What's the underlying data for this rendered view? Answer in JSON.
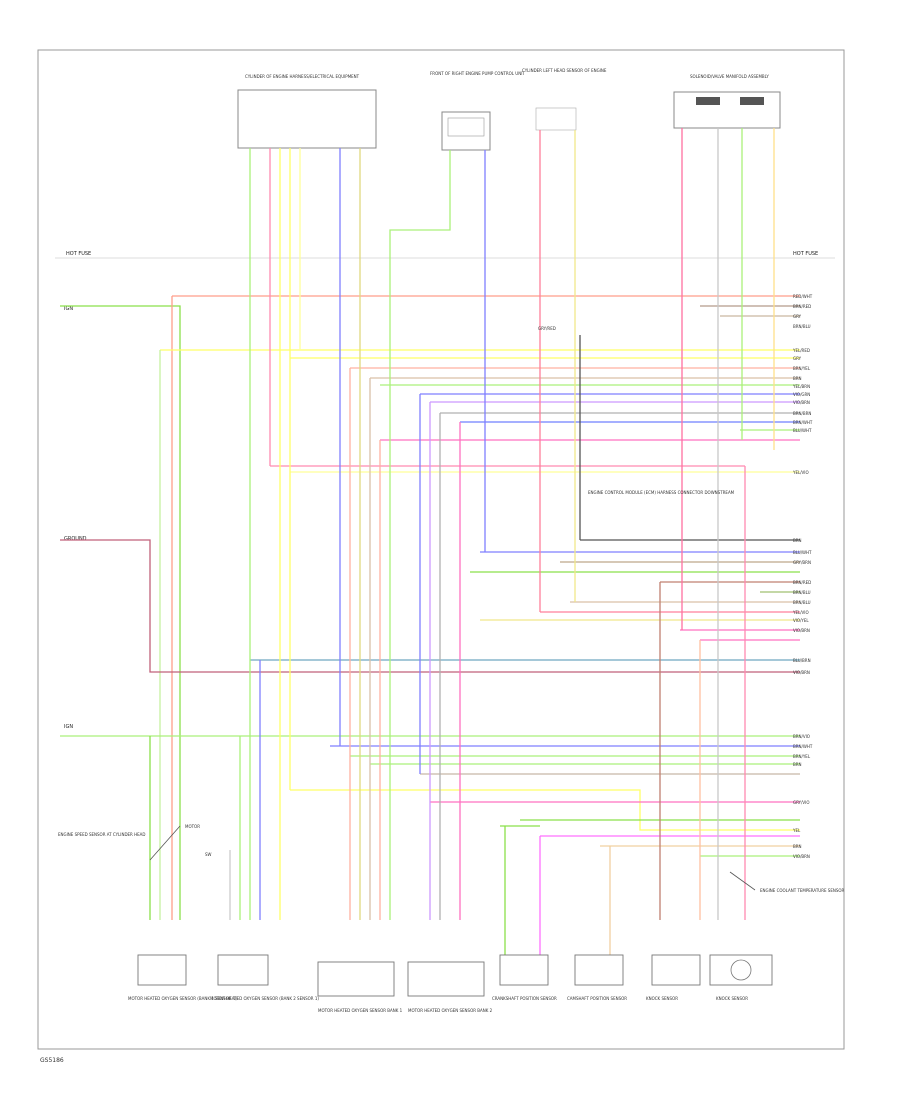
{
  "diagram": {
    "figure_id": "GS5186",
    "bus_labels": {
      "hot_top_left": "HOT FUSE",
      "hot_top_right": "HOT FUSE",
      "ign_a": "IGN",
      "ign_b": "IGN",
      "ground_c": "GROUND"
    },
    "top_components": [
      {
        "id": "c1",
        "label": "CYLINDER OF ENGINE HARNESS/ELECTRICAL EQUIPMENT"
      },
      {
        "id": "c2",
        "label": "FRONT OF RIGHT ENGINE PUMP CONTROL UNIT"
      },
      {
        "id": "c3",
        "label": "CYLINDER LEFT HEAD SENSOR OF ENGINE"
      },
      {
        "id": "c4",
        "label": "SOLENOID/VALVE MANIFOLD ASSEMBLY"
      }
    ],
    "right_wire_labels": [
      "RED/WHT",
      "BRN/RED",
      "GRY",
      "BRN/BLU",
      "YEL/RED",
      "GRY",
      "BRN/YEL",
      "BRN",
      "YEL/BRN",
      "VIO/GRN",
      "VIO/BRN",
      "BRN/BRN",
      "BRN/WHT",
      "BLU/WHT",
      "YEL/VIO",
      "BRN",
      "BLU/WHT",
      "GRY/BRN",
      "BRN/RED",
      "BRN/BLU",
      "BRN/BLU",
      "YEL/VIO",
      "VIO/YEL",
      "VIO/BRN",
      "BLU/BRN",
      "VIO/BRN",
      "BRN/VIO",
      "BRN/WHT",
      "BRN/YEL",
      "BRN",
      "GRY/VIO",
      "YEL",
      "BRN",
      "VIO/BRN"
    ],
    "mid_note": "ENGINE CONTROL MODULE (ECM) HARNESS CONNECTOR DOWNSTREAM",
    "mid_block_label": "GRY/RED",
    "left_side_labels": {
      "sensor_note": "ENGINE SPEED SENSOR AT CYLINDER HEAD",
      "sensor_tag": "MOTOR",
      "switch_tag": "SW"
    },
    "bottom_components": [
      {
        "id": "b1",
        "label": "MOTOR HEATED OXYGEN SENSOR (BANK 1 SENSOR 1)"
      },
      {
        "id": "b2",
        "label": "MOTOR HEATED OXYGEN SENSOR (BANK 2 SENSOR 1)"
      },
      {
        "id": "b3",
        "label": "MOTOR HEATED OXYGEN SENSOR BANK 1"
      },
      {
        "id": "b4",
        "label": "MOTOR HEATED OXYGEN SENSOR BANK 2"
      },
      {
        "id": "b5",
        "label": "CRANKSHAFT POSITION SENSOR"
      },
      {
        "id": "b6",
        "label": "CAMSHAFT POSITION SENSOR"
      },
      {
        "id": "b7",
        "label": "KNOCK SENSOR"
      },
      {
        "id": "b8",
        "label": "KNOCK SENSOR"
      }
    ],
    "right_bottom_note": "ENGINE COOLANT TEMPERATURE SENSOR"
  }
}
